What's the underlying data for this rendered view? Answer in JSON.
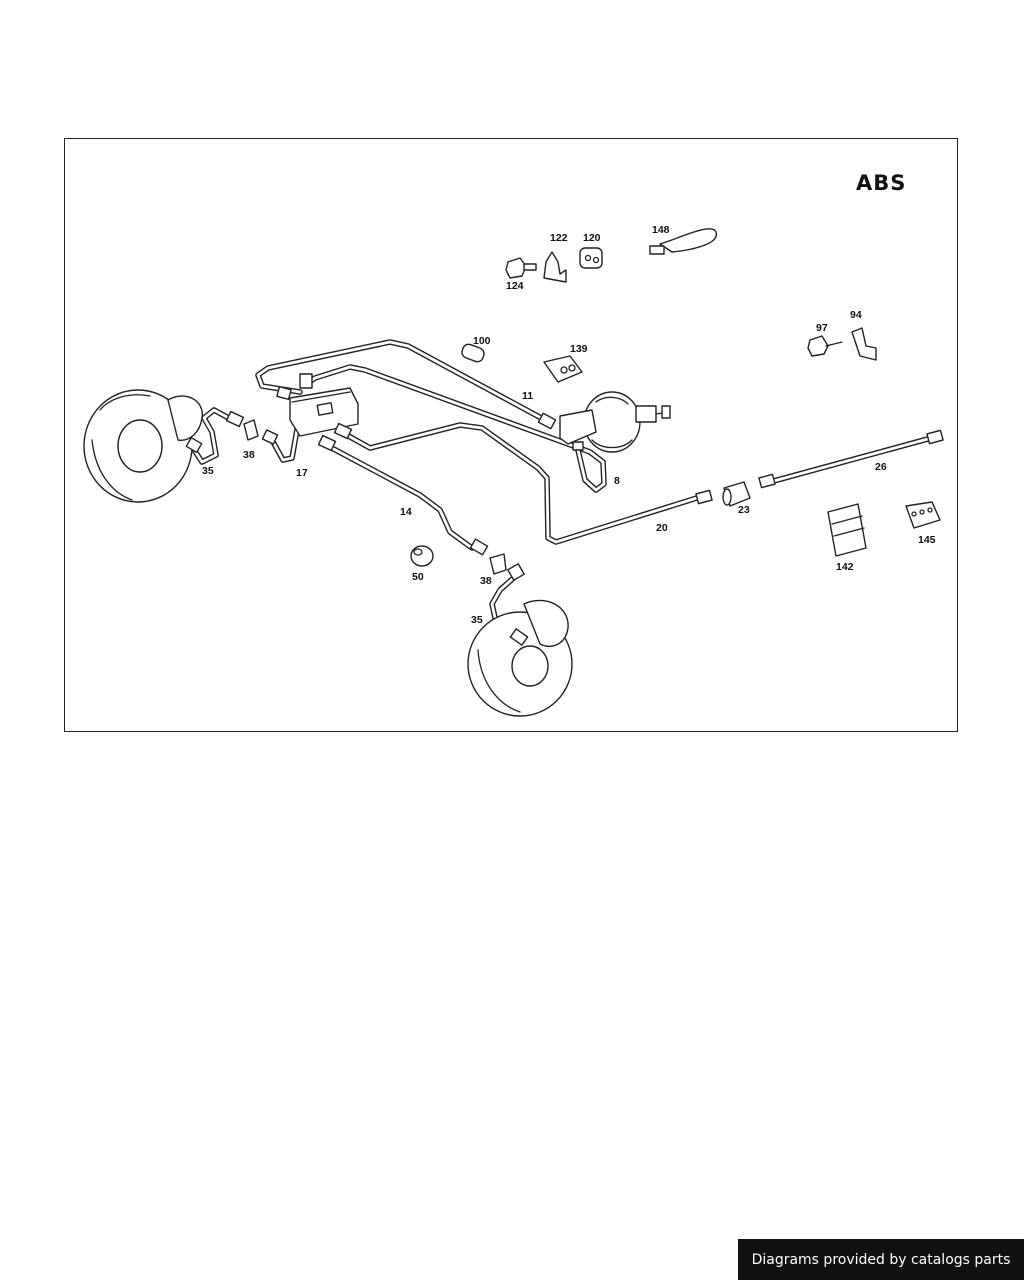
{
  "diagram": {
    "title": "ABS",
    "callouts": {
      "c148": "148",
      "c122": "122",
      "c120": "120",
      "c124": "124",
      "c100": "100",
      "c139": "139",
      "c97": "97",
      "c94": "94",
      "c11": "11",
      "c8": "8",
      "c26": "26",
      "c23": "23",
      "c20": "20",
      "c145": "145",
      "c142": "142",
      "c35a": "35",
      "c38a": "38",
      "c17": "17",
      "c14": "14",
      "c50": "50",
      "c38b": "38",
      "c35b": "35"
    }
  },
  "footer": {
    "credit": "Diagrams provided by catalogs parts"
  },
  "colors": {
    "ink": "#111111",
    "paper": "#ffffff",
    "footer_bg": "#111111"
  }
}
